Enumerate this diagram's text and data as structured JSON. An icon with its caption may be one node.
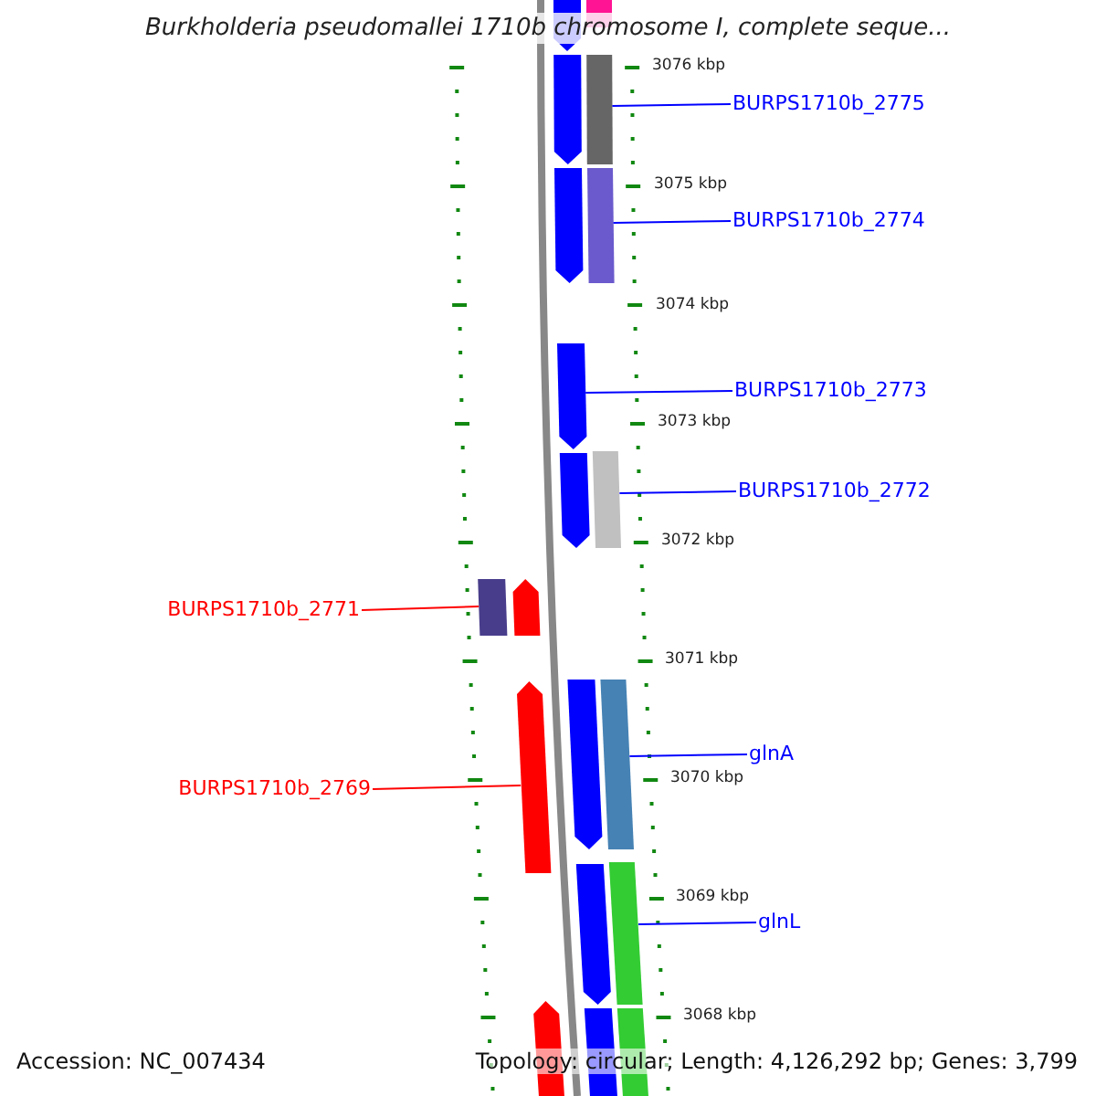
{
  "diagram": {
    "title": "Burkholderia pseudomallei 1710b chromosome I, complete seque...",
    "nodes": [
      {
        "text": [
          "BURPS1710b_2775"
        ]
      },
      {
        "text": [
          "BURPS1710b_2774"
        ]
      },
      {
        "text": [
          "BURPS1710b_2773"
        ]
      },
      {
        "text": [
          "BURPS1710b_2772"
        ]
      },
      {
        "text": [
          "BURPS1710b_2771"
        ]
      },
      {
        "text": [
          "BURPS1710b_2769"
        ]
      },
      {
        "text": [
          "glnA"
        ]
      },
      {
        "text": [
          "glnL"
        ]
      },
      {
        "text": [],
        "shape": "arrow"
      },
      {
        "text": [],
        "shape": "box"
      },
      {
        "text": [],
        "shape": "arrow"
      },
      {
        "text": [],
        "shape": "box"
      },
      {
        "text": [],
        "shape": "arrow"
      },
      {
        "text": [],
        "shape": "box"
      },
      {
        "text": [],
        "shape": "arrow"
      },
      {
        "text": [],
        "shape": "arrow"
      },
      {
        "text": [],
        "shape": "box"
      },
      {
        "text": [],
        "shape": "box"
      },
      {
        "text": [],
        "shape": "arrow"
      },
      {
        "text": [],
        "shape": "arrow"
      },
      {
        "text": [],
        "shape": "box"
      },
      {
        "text": [],
        "shape": "arrow"
      },
      {
        "text": [],
        "shape": "arrow"
      },
      {
        "text": [],
        "shape": "box"
      },
      {
        "text": [],
        "shape": "arrow"
      },
      {
        "text": [],
        "shape": "box"
      },
      {
        "text": [],
        "shape": "box"
      }
    ],
    "edges": [
      {
        "from": 0,
        "to": 11,
        "arrow": "none"
      },
      {
        "from": 1,
        "to": 13,
        "arrow": "none"
      },
      {
        "from": 2,
        "to": 14,
        "arrow": "none"
      },
      {
        "from": 3,
        "to": 16,
        "arrow": "none"
      },
      {
        "from": 4,
        "to": 17,
        "arrow": "none",
        "color": "#ff0000"
      },
      {
        "from": 5,
        "to": 21,
        "arrow": "none",
        "color": "#ff0000"
      },
      {
        "from": 6,
        "to": 20,
        "arrow": "none"
      },
      {
        "from": 7,
        "to": 23,
        "arrow": "none"
      }
    ],
    "labels": [
      "3076 kbp",
      "3075 kbp",
      "3074 kbp",
      "3073 kbp",
      "3072 kbp",
      "3071 kbp",
      "3070 kbp",
      "3069 kbp",
      "3068 kbp",
      "Accession: NC_007434",
      "Topology: circular; Length: 4,126,292 bp; Genes: 3,799"
    ]
  }
}
